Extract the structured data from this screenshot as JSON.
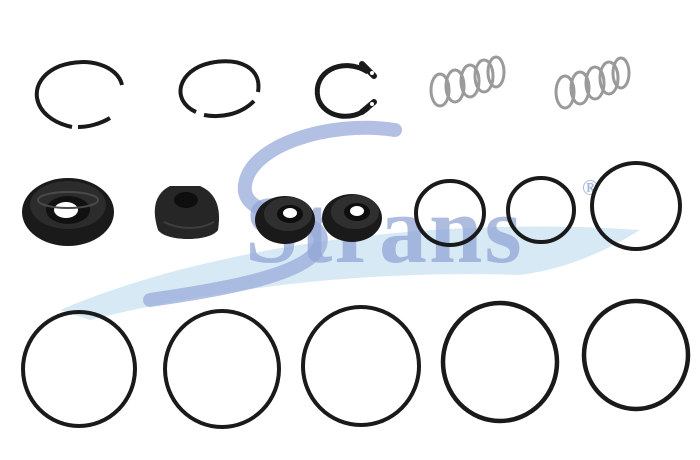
{
  "watermark": {
    "brand_text": "Strans",
    "registered_mark": "®",
    "color": "#6f86c4",
    "swoosh_color": "#cfe6f4"
  },
  "colors": {
    "rubber": "#1a1a1a",
    "rubber_highlight": "#4a4a4a",
    "spring": "#9a9a9a",
    "background": "#ffffff"
  },
  "parts": [
    "snap-ring",
    "snap-ring",
    "circlip",
    "spring",
    "spring",
    "lip-seal",
    "rubber-boot",
    "shaft-seal",
    "shaft-seal",
    "o-ring",
    "o-ring",
    "o-ring",
    "o-ring",
    "o-ring",
    "o-ring",
    "o-ring",
    "o-ring"
  ]
}
